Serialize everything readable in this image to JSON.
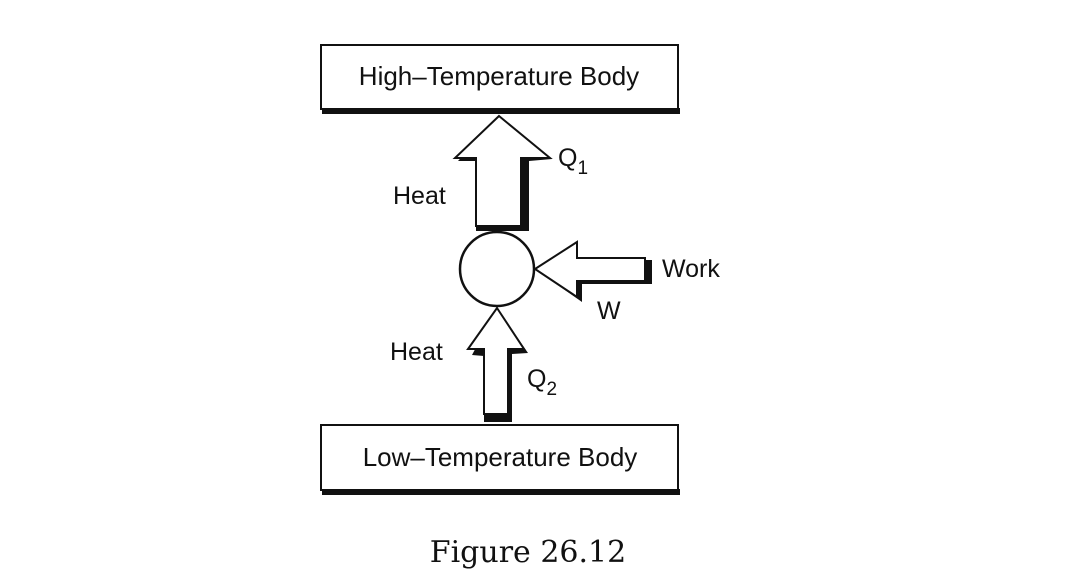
{
  "high_body": {
    "label": "High–Temperature Body"
  },
  "low_body": {
    "label": "Low–Temperature Body"
  },
  "heat_out": {
    "label": "Heat",
    "symbol": "Q",
    "subscript": "1"
  },
  "heat_in": {
    "label": "Heat",
    "symbol": "Q",
    "subscript": "2"
  },
  "work": {
    "label": "Work",
    "symbol": "W"
  },
  "caption": "Figure 26.12",
  "colors": {
    "ink": "#111111",
    "background": "#ffffff"
  }
}
